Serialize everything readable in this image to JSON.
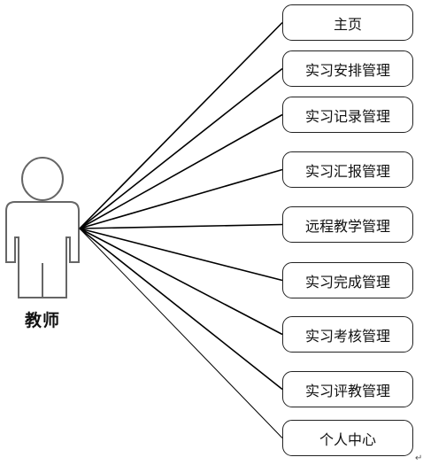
{
  "actor": {
    "label": "教师",
    "icon": "person-icon"
  },
  "use_cases": [
    {
      "label": "主页"
    },
    {
      "label": "实习安排管理"
    },
    {
      "label": "实习记录管理"
    },
    {
      "label": "实习汇报管理"
    },
    {
      "label": "远程教学管理"
    },
    {
      "label": "实习完成管理"
    },
    {
      "label": "实习考核管理"
    },
    {
      "label": "实习评教管理"
    },
    {
      "label": "个人中心"
    }
  ],
  "paragraph_mark": "↵",
  "colors": {
    "line": "#000000",
    "border": "#222222",
    "text": "#111111"
  }
}
